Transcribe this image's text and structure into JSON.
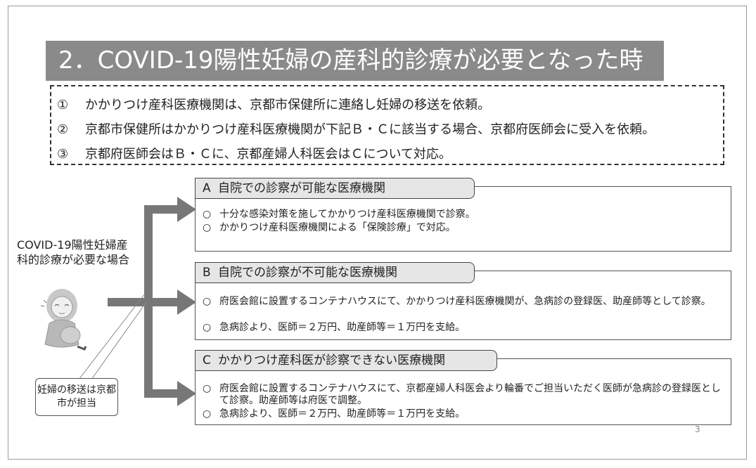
{
  "slide": {
    "title": "2．COVID-19陽性妊婦の産科的診療が必要となった時",
    "notes": [
      {
        "num": "①",
        "text": "かかりつけ産科医療機関は、京都市保健所に連絡し妊婦の移送を依頼。"
      },
      {
        "num": "②",
        "text": "京都市保健所はかかりつけ産科医療機関が下記Ｂ・Ｃに該当する場合、京都府医師会に受入を依頼。"
      },
      {
        "num": "③",
        "text": "京都府医師会はＢ・Ｃに、京都産婦人科医会はＣについて対応。"
      }
    ],
    "left_label": "COVID-19陽性妊婦産科的診療が必要な場合",
    "callout": "妊婦の移送は京都市が担当",
    "sections": [
      {
        "letter": "A",
        "title": "自院での診察が可能な医療機関",
        "items": [
          {
            "mark": "○",
            "text": "十分な感染対策を施してかかりつけ産科医療機関で診察。"
          },
          {
            "mark": "○",
            "text": "かかりつけ産科医療機関による「保険診療」で対応。"
          }
        ]
      },
      {
        "letter": "B",
        "title": "自院での診察が不可能な医療機関",
        "items": [
          {
            "mark": "○",
            "text": "府医会館に設置するコンテナハウスにて、かかりつけ産科医療機関が、急病診の登録医、助産師等として診察。"
          },
          {
            "mark": "○",
            "text": "急病診より、医師＝２万円、助産師等＝１万円を支給。"
          }
        ]
      },
      {
        "letter": "C",
        "title": "かかりつけ産科医が診察できない医療機関",
        "items": [
          {
            "mark": "○",
            "text": "府医会館に設置するコンテナハウスにて、京都産婦人科医会より輪番でご担当いただく医師が急病診の登録医として診察。助産師等は府医で調整。"
          },
          {
            "mark": "○",
            "text": "急病診より、医師＝２万円、助産師等＝１万円を支給。"
          }
        ]
      }
    ],
    "page_number": "3"
  },
  "colors": {
    "title_bar": "#8a8a8a",
    "arrow": "#777777",
    "tab": "#e6e6e6"
  }
}
